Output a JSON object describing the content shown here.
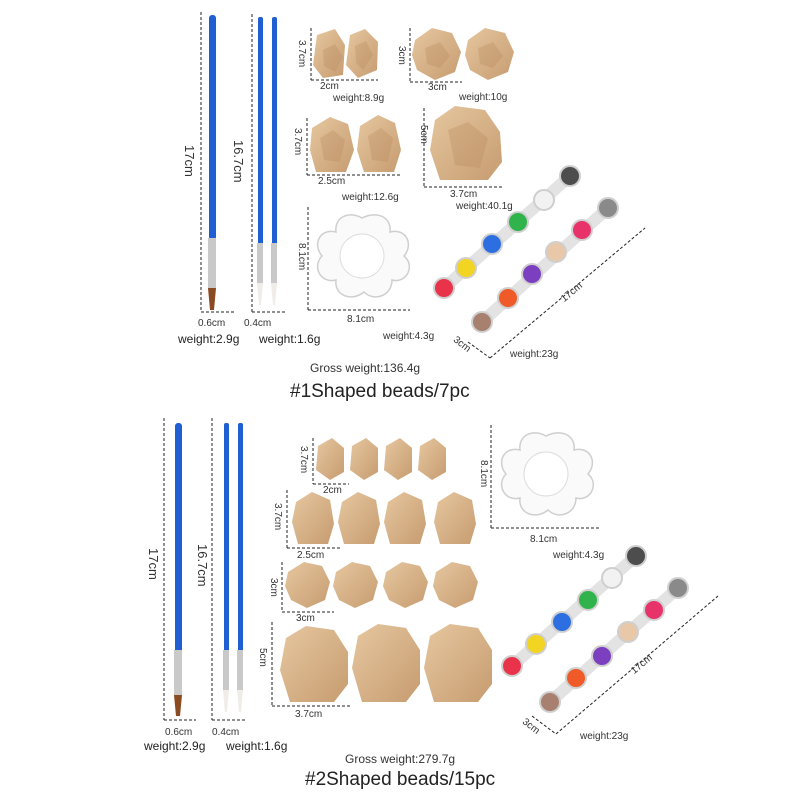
{
  "colors": {
    "wood": "#d8b48d",
    "wood_dark": "#b98d62",
    "brush_blue": "#1f5fd1",
    "ferrule": "#c9c9c9",
    "paint": [
      "#e8334a",
      "#f2d422",
      "#2d6fe0",
      "#2fb34a",
      "#f2f2f2",
      "#4d4d4d",
      "#f05a28",
      "#7b3fbf",
      "#e8c8a8",
      "#e8336a",
      "#a88070",
      "#8a8a8a"
    ]
  },
  "set1": {
    "brush_large": {
      "height": "17cm",
      "width": "0.6cm",
      "weight": "weight:2.9g"
    },
    "brush_small": {
      "height": "16.7cm",
      "width": "0.4cm",
      "weight": "weight:1.6g"
    },
    "bead_small": {
      "height": "3.7cm",
      "width": "2cm",
      "weight": "weight:8.9g"
    },
    "bead_round": {
      "height": "3cm",
      "width": "3cm",
      "weight": "weight:10g"
    },
    "bead_medium": {
      "height": "3.7cm",
      "width": "2.5cm",
      "weight": "weight:12.6g"
    },
    "bead_large": {
      "height": "5cm",
      "width": "3.7cm",
      "weight": "weight:40.1g"
    },
    "palette": {
      "height": "8.1cm",
      "width": "8.1cm",
      "weight": "weight:4.3g"
    },
    "paint_strip": {
      "length": "17cm",
      "width": "3cm",
      "weight": "weight:23g"
    },
    "gross_weight": "Gross weight:136.4g",
    "title": "#1Shaped beads/7pc"
  },
  "set2": {
    "brush_large": {
      "height": "17cm",
      "width": "0.6cm",
      "weight": "weight:2.9g"
    },
    "brush_small": {
      "height": "16.7cm",
      "width": "0.4cm",
      "weight": "weight:1.6g"
    },
    "bead_small": {
      "height": "3.7cm",
      "width": "2cm"
    },
    "bead_medium": {
      "height": "3.7cm",
      "width": "2.5cm"
    },
    "bead_round": {
      "height": "3cm",
      "width": "3cm"
    },
    "bead_large": {
      "height": "5cm",
      "width": "3.7cm"
    },
    "palette": {
      "height": "8.1cm",
      "width": "8.1cm",
      "weight": "weight:4.3g"
    },
    "paint_strip": {
      "length": "17cm",
      "width": "3cm",
      "weight": "weight:23g"
    },
    "gross_weight": "Gross weight:279.7g",
    "title": "#2Shaped beads/15pc"
  }
}
